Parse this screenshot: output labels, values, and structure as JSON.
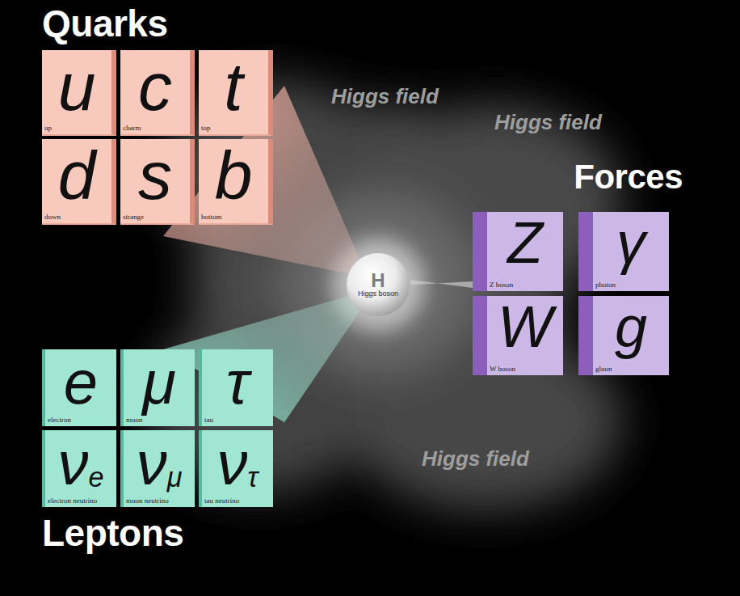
{
  "diagram": {
    "nodes": [
      {
        "text": [
          "Quarks"
        ]
      },
      {
        "text": [
          "u",
          "up"
        ],
        "in": 0
      },
      {
        "text": [
          "c",
          "charm"
        ],
        "in": 0
      },
      {
        "text": [
          "t",
          "top"
        ],
        "in": 0
      },
      {
        "text": [
          "d",
          "down"
        ],
        "in": 0
      },
      {
        "text": [
          "s",
          "strange"
        ],
        "in": 0
      },
      {
        "text": [
          "b",
          "bottom"
        ],
        "in": 0
      },
      {
        "text": [
          "H",
          "Higgs boson"
        ]
      },
      {
        "text": [
          "Forces"
        ]
      },
      {
        "text": [
          "Z",
          "Z boson"
        ],
        "in": 8
      },
      {
        "text": [
          "γ",
          "photon"
        ],
        "in": 8
      },
      {
        "text": [
          "W",
          "W boson"
        ],
        "in": 8
      },
      {
        "text": [
          "g",
          "gluon"
        ],
        "in": 8
      },
      {
        "text": [
          "Leptons"
        ]
      },
      {
        "text": [
          "e",
          "electron"
        ],
        "in": 13
      },
      {
        "text": [
          "μ",
          "muon"
        ],
        "in": 13
      },
      {
        "text": [
          "τ",
          "tau"
        ],
        "in": 13
      },
      {
        "text": [
          "νe",
          "electron neutrino"
        ],
        "in": 13
      },
      {
        "text": [
          "νμ",
          "muon neutrino"
        ],
        "in": 13
      },
      {
        "text": [
          "ντ",
          "tau neutrino"
        ],
        "in": 13
      }
    ],
    "edges": [
      {
        "from": 0,
        "to": 7,
        "arrow": "none"
      },
      {
        "from": 8,
        "to": 7,
        "arrow": "none"
      },
      {
        "from": 13,
        "to": 7,
        "arrow": "none"
      }
    ],
    "labels": [
      "Higgs field",
      "Higgs field",
      "Higgs field"
    ]
  }
}
